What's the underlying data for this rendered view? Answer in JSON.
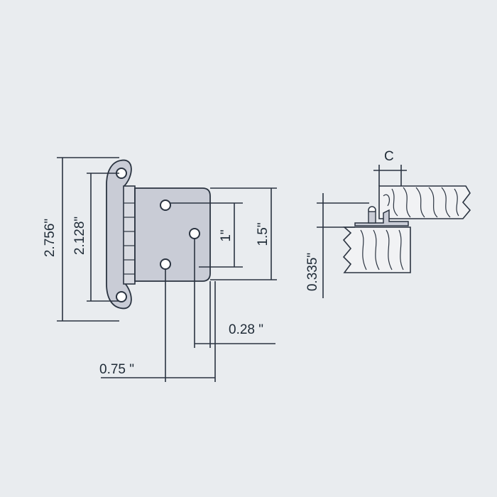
{
  "colors": {
    "background": "#e9ecef",
    "ink": "#2a3340",
    "plate_fill": "#c9ccd6",
    "wood_fill": "#f1f2f4"
  },
  "dimensions": {
    "overall_height": "2.756\"",
    "hole_spacing_height": "2.128\"",
    "leaf_height": "1.5\"",
    "inner_hole_spacing": "1\"",
    "hole_offset": "0.28 \"",
    "leaf_width": "0.75 \"",
    "offset": "0.335\"",
    "clearance_label": "C"
  }
}
